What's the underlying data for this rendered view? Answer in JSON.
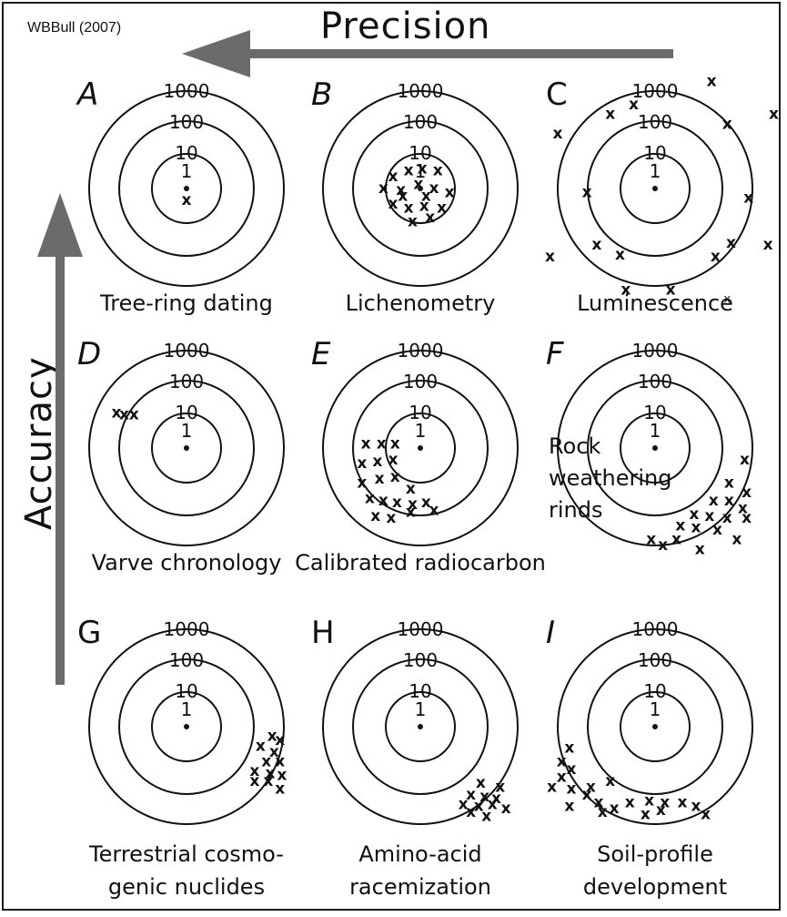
{
  "credit": "WBBull (2007)",
  "axes": {
    "precision_label": "Precision",
    "accuracy_label": "Accuracy",
    "arrow_color": "#6b6b6b"
  },
  "ring_labels": [
    "1000",
    "100",
    "10",
    "1"
  ],
  "panels": [
    {
      "letter": "A",
      "italic": true,
      "method_lines": [
        "Tree-ring dating"
      ],
      "marks": [
        [
          0,
          0.12
        ]
      ]
    },
    {
      "letter": "B",
      "italic": true,
      "method_lines": [
        "Lichenometry"
      ],
      "marks": [
        [
          -0.28,
          -0.12
        ],
        [
          -0.12,
          -0.18
        ],
        [
          0.02,
          -0.2
        ],
        [
          0.18,
          -0.18
        ],
        [
          -0.38,
          0.0
        ],
        [
          -0.2,
          0.02
        ],
        [
          -0.02,
          -0.04
        ],
        [
          0.14,
          0.0
        ],
        [
          0.3,
          0.04
        ],
        [
          -0.28,
          0.16
        ],
        [
          -0.12,
          0.2
        ],
        [
          0.04,
          0.18
        ],
        [
          0.22,
          0.2
        ],
        [
          -0.08,
          0.34
        ],
        [
          0.1,
          0.3
        ],
        [
          -0.18,
          0.08
        ],
        [
          0.06,
          0.08
        ]
      ]
    },
    {
      "letter": "C",
      "italic": false,
      "method_lines": [
        "Luminescence"
      ],
      "marks": [
        [
          0.58,
          -1.1
        ],
        [
          -0.22,
          -0.86
        ],
        [
          -0.46,
          -0.76
        ],
        [
          1.22,
          -0.76
        ],
        [
          0.74,
          -0.66
        ],
        [
          -1.0,
          -0.56
        ],
        [
          -0.7,
          0.04
        ],
        [
          0.96,
          0.1
        ],
        [
          -0.6,
          0.58
        ],
        [
          -0.36,
          0.68
        ],
        [
          0.78,
          0.56
        ],
        [
          1.16,
          0.58
        ],
        [
          0.62,
          0.7
        ],
        [
          -1.08,
          0.7
        ],
        [
          -0.3,
          1.04
        ],
        [
          0.16,
          1.04
        ]
      ],
      "small_marks": [
        [
          0.74,
          1.14
        ]
      ]
    },
    {
      "letter": "D",
      "italic": true,
      "method_lines": [
        "Varve chronology"
      ],
      "marks": [
        [
          -0.72,
          -0.36
        ],
        [
          -0.64,
          -0.34
        ],
        [
          -0.54,
          -0.34
        ]
      ]
    },
    {
      "letter": "E",
      "italic": true,
      "method_lines": [
        "Calibrated radiocarbon"
      ],
      "marks": [
        [
          -0.56,
          -0.04
        ],
        [
          -0.4,
          -0.04
        ],
        [
          -0.26,
          -0.04
        ],
        [
          -0.6,
          0.16
        ],
        [
          -0.44,
          0.14
        ],
        [
          -0.28,
          0.12
        ],
        [
          -0.6,
          0.36
        ],
        [
          -0.42,
          0.32
        ],
        [
          -0.26,
          0.3
        ],
        [
          -0.1,
          0.42
        ],
        [
          -0.52,
          0.52
        ],
        [
          -0.38,
          0.54
        ],
        [
          -0.24,
          0.56
        ],
        [
          -0.08,
          0.58
        ],
        [
          0.06,
          0.56
        ],
        [
          0.14,
          0.64
        ],
        [
          -0.46,
          0.7
        ],
        [
          -0.3,
          0.72
        ],
        [
          -0.1,
          0.66
        ]
      ]
    },
    {
      "letter": "F",
      "italic": true,
      "method_lines": [
        "Rock",
        "weathering",
        "rinds"
      ],
      "marks": [
        [
          0.92,
          0.12
        ],
        [
          0.76,
          0.36
        ],
        [
          0.94,
          0.46
        ],
        [
          0.6,
          0.54
        ],
        [
          0.76,
          0.54
        ],
        [
          0.9,
          0.62
        ],
        [
          0.4,
          0.68
        ],
        [
          0.56,
          0.7
        ],
        [
          0.74,
          0.72
        ],
        [
          0.94,
          0.72
        ],
        [
          0.26,
          0.8
        ],
        [
          0.42,
          0.82
        ],
        [
          0.64,
          0.84
        ],
        [
          -0.04,
          0.94
        ],
        [
          0.08,
          1.0
        ],
        [
          0.22,
          0.94
        ],
        [
          0.84,
          0.94
        ],
        [
          0.46,
          1.04
        ]
      ]
    },
    {
      "letter": "G",
      "italic": false,
      "method_lines": [
        "Terrestrial cosmo-",
        "genic nuclides"
      ],
      "marks": [
        [
          0.88,
          0.1
        ],
        [
          0.96,
          0.14
        ],
        [
          0.76,
          0.2
        ],
        [
          0.9,
          0.26
        ],
        [
          0.82,
          0.36
        ],
        [
          0.96,
          0.36
        ],
        [
          0.7,
          0.46
        ],
        [
          0.86,
          0.48
        ],
        [
          0.98,
          0.5
        ],
        [
          0.7,
          0.56
        ],
        [
          0.84,
          0.56
        ],
        [
          0.96,
          0.64
        ]
      ]
    },
    {
      "letter": "H",
      "italic": false,
      "method_lines": [
        "Amino-acid",
        "racemization"
      ],
      "marks": [
        [
          0.62,
          0.58
        ],
        [
          0.82,
          0.62
        ],
        [
          0.52,
          0.7
        ],
        [
          0.66,
          0.72
        ],
        [
          0.78,
          0.74
        ],
        [
          0.44,
          0.8
        ],
        [
          0.6,
          0.82
        ],
        [
          0.74,
          0.8
        ],
        [
          0.88,
          0.84
        ],
        [
          0.52,
          0.88
        ],
        [
          0.68,
          0.92
        ]
      ]
    },
    {
      "letter": "I",
      "italic": true,
      "method_lines": [
        "Soil-profile",
        "development"
      ],
      "marks": [
        [
          -0.88,
          0.22
        ],
        [
          -0.96,
          0.36
        ],
        [
          -0.86,
          0.44
        ],
        [
          -0.96,
          0.52
        ],
        [
          -1.06,
          0.62
        ],
        [
          -0.86,
          0.64
        ],
        [
          -0.66,
          0.62
        ],
        [
          -0.46,
          0.56
        ],
        [
          -0.7,
          0.7
        ],
        [
          -0.58,
          0.78
        ],
        [
          -0.42,
          0.84
        ],
        [
          -0.26,
          0.78
        ],
        [
          -0.06,
          0.76
        ],
        [
          0.1,
          0.78
        ],
        [
          0.28,
          0.78
        ],
        [
          0.42,
          0.82
        ],
        [
          -0.88,
          0.82
        ],
        [
          -0.54,
          0.88
        ],
        [
          -0.1,
          0.9
        ],
        [
          0.06,
          0.86
        ],
        [
          0.52,
          0.9
        ]
      ]
    }
  ]
}
